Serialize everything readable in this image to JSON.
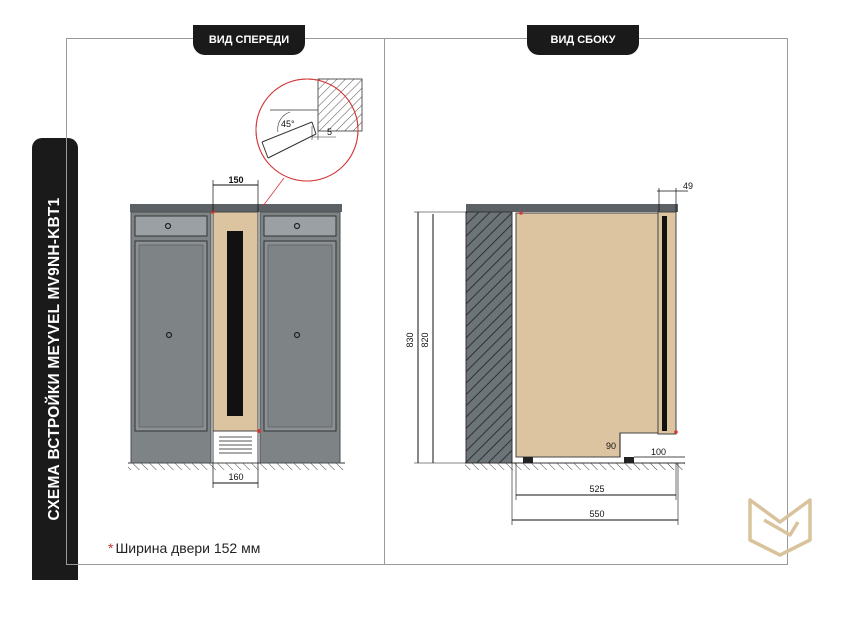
{
  "side_title": "СХЕМА ВСТРОЙКИ MEYVEL  MV9NH-KBT1",
  "tabs": {
    "front": "ВИД СПЕРЕДИ",
    "side": "ВИД СБОКУ"
  },
  "note": {
    "marker": "*",
    "text": "Ширина двери 152 мм"
  },
  "front_dims": {
    "top_width": "150",
    "bottom_width": "160",
    "detail_gap": "5",
    "detail_angle": "45°"
  },
  "side_dims": {
    "h830": "830",
    "h820": "820",
    "d49": "49",
    "d90": "90",
    "d100": "100",
    "d525": "525",
    "d550": "550"
  },
  "colors": {
    "cabinet": "#7e8386",
    "cabinet_dark": "#5b6164",
    "fridge": "#ddc4a0",
    "accent": "#d33a3a",
    "logo": "#d9c39c"
  }
}
